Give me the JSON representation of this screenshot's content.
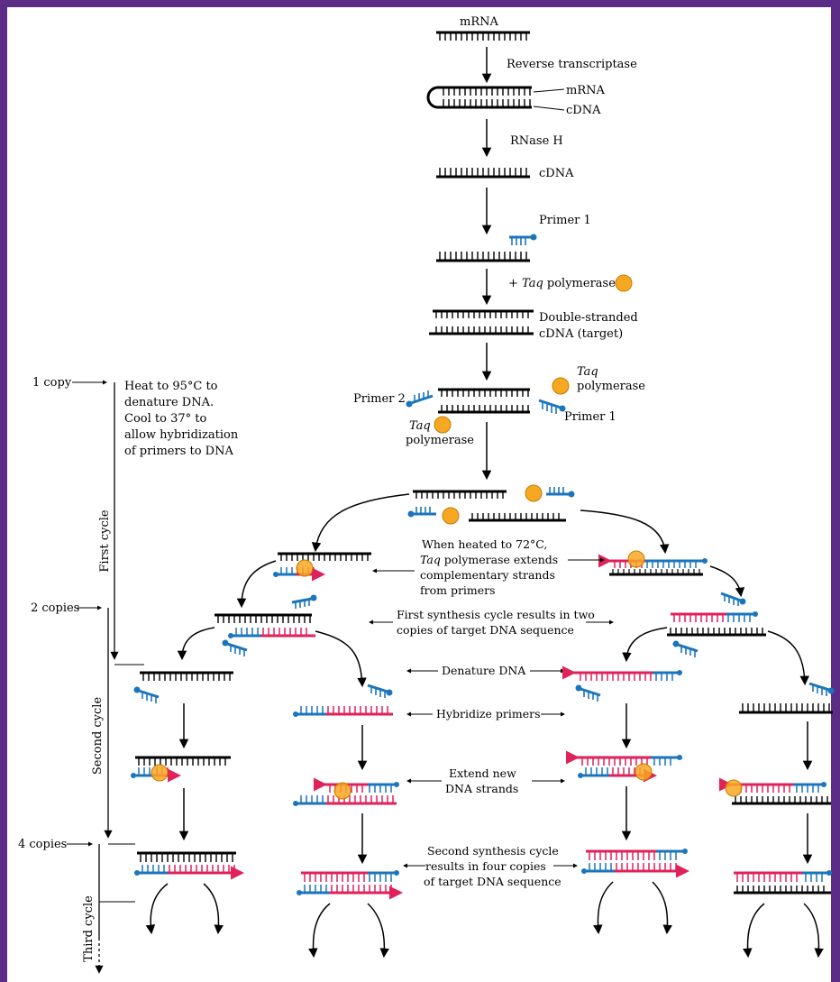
{
  "colors": {
    "frame": "#5b2d86",
    "dna": "#000000",
    "primer": "#1b75bc",
    "new_strand": "#e0215a",
    "taq": "#f7a823",
    "taq_edge": "#c87a00"
  },
  "top": {
    "mrna": "mRNA",
    "reverse_transcriptase": "Reverse transcriptase",
    "hybrid_mrna": "mRNA",
    "hybrid_cdna": "cDNA",
    "rnase": "RNase H",
    "cdna": "cDNA",
    "primer1": "Primer 1",
    "taq_plus": "+ ",
    "taq_word": "Taq",
    "taq_rest": " polymerase",
    "ds_line1": "Double-stranded",
    "ds_line2": "cDNA (target)",
    "primer2_label": "Primer 2",
    "primer1_label": "Primer 1",
    "taq_right_1": "Taq",
    "taq_right_2": "polymerase",
    "taq_left_1": "Taq",
    "taq_left_2": "polymerase"
  },
  "left_axis": {
    "copy1": "1 copy",
    "copies2": "2 copies",
    "copies4": "4 copies",
    "first_cycle": "First cycle",
    "second_cycle": "Second cycle",
    "third_cycle": "Third cycle",
    "heat_lines": [
      "Heat to 95°C to",
      "denature DNA.",
      "Cool to 37° to",
      "allow hybridization",
      "of primers to DNA"
    ]
  },
  "center_notes": {
    "extend": [
      "When heated to 72°C,",
      "Taq",
      " polymerase extends",
      "complementary strands",
      "from primers"
    ],
    "first_synth": [
      "First synthesis cycle results in two",
      "copies of target DNA sequence"
    ],
    "denature": "Denature DNA",
    "hybridize": "Hybridize primers",
    "extend_new": [
      "Extend new",
      "DNA strands"
    ],
    "second_synth": [
      "Second synthesis cycle",
      "results in four copies",
      "of target DNA sequence"
    ]
  }
}
